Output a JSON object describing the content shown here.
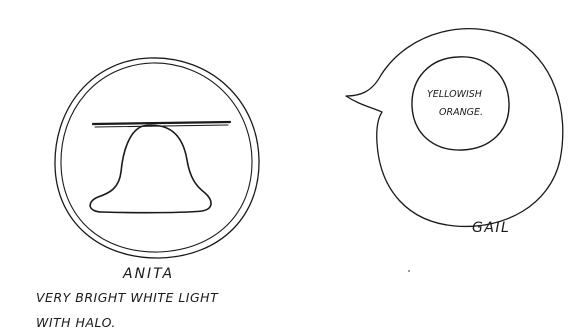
{
  "left_figure": {
    "name": "ANITA",
    "caption_lines": [
      "VERY BRIGHT WHITE LIGHT",
      "WITH HALO."
    ]
  },
  "right_figure": {
    "name": "GAIL",
    "inner_label_lines": [
      "YELLOWISH",
      "ORANGE."
    ]
  },
  "ink_color": "#1a1a1a",
  "paper_color": "#ffffff"
}
